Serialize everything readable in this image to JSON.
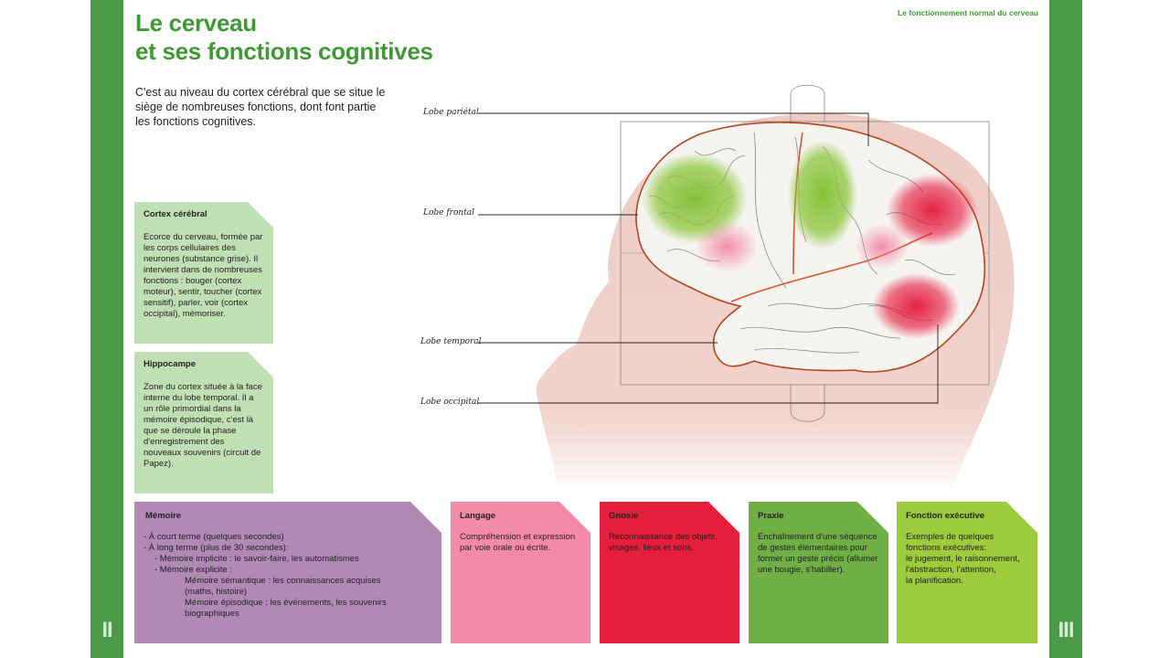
{
  "header": {
    "title_line1": "Le cerveau",
    "title_line2": "et ses fonctions cognitives",
    "section_label": "Le fonctionnement normal du cerveau"
  },
  "intro": "C'est au niveau du cortex cérébral que se situe le siège de nombreuses fonctions, dont font partie les fonctions cognitives.",
  "sidebar": {
    "left_number": "II",
    "right_number": "III"
  },
  "side_cards": [
    {
      "title": "Cortex cérébral",
      "text": "Ecorce du cerveau, formée par les corps cellulaires des neurones (substance grise). Il intervient dans de nombreuses fonctions : bouger (cortex moteur), sentir, toucher (cortex sensitif), parler, voir (cortex occipital), mémoriser."
    },
    {
      "title": "Hippocampe",
      "text": "Zone du cortex située à la face interne du lobe temporal. Il a un rôle primordial dans la mémoire épisodique, c'est là que se déroule la phase d'enregistrement des nouveaux souvenirs (circuit de Papez)."
    }
  ],
  "lobes": {
    "parietal": "Lobe pariétal",
    "frontal": "Lobe frontal",
    "temporal": "Lobe temporal",
    "occipital": "Lobe occipital"
  },
  "memoire": {
    "title": "Mémoire",
    "lines": [
      "- À court terme (quelques secondes)",
      "- À long terme (plus de 30 secondes):",
      "- Mémoire implicite : le savoir-faire, les automatismes",
      "- Mémoire explicite :",
      "Mémoire sémantique : les connaissances acquises",
      "(maths, histoire)",
      "Mémoire épisodique : les événements, les souvenirs",
      "biographiques"
    ]
  },
  "langage": {
    "title": "Langage",
    "text": "Compréhension et expression par voie orale ou écrite."
  },
  "gnosie": {
    "title": "Gnosie",
    "text": "Reconnaissance des objets, visages, lieux et sons."
  },
  "praxie": {
    "title": "Praxie",
    "text": "Enchaînement d'une séquence de gestes élémentaires pour former un geste précis (allumer une bougie, s'habiller)."
  },
  "fonction_executive": {
    "title": "Fonction exécutive",
    "lines": [
      "Exemples de quelques fonctions exécutives:",
      "le jugement, le raisonnement,",
      "l'abstraction, l'attention,",
      "la planification."
    ]
  },
  "colors": {
    "sidebar": "#4a9a47",
    "title": "#3f9a34",
    "side_card": "#bfe0b4",
    "memoire": "#b08ab5",
    "langage": "#f58aa8",
    "gnosie": "#e41e3c",
    "praxie": "#6faf45",
    "fonction_executive": "#9ccb3b",
    "head": "#ecc6bd"
  }
}
